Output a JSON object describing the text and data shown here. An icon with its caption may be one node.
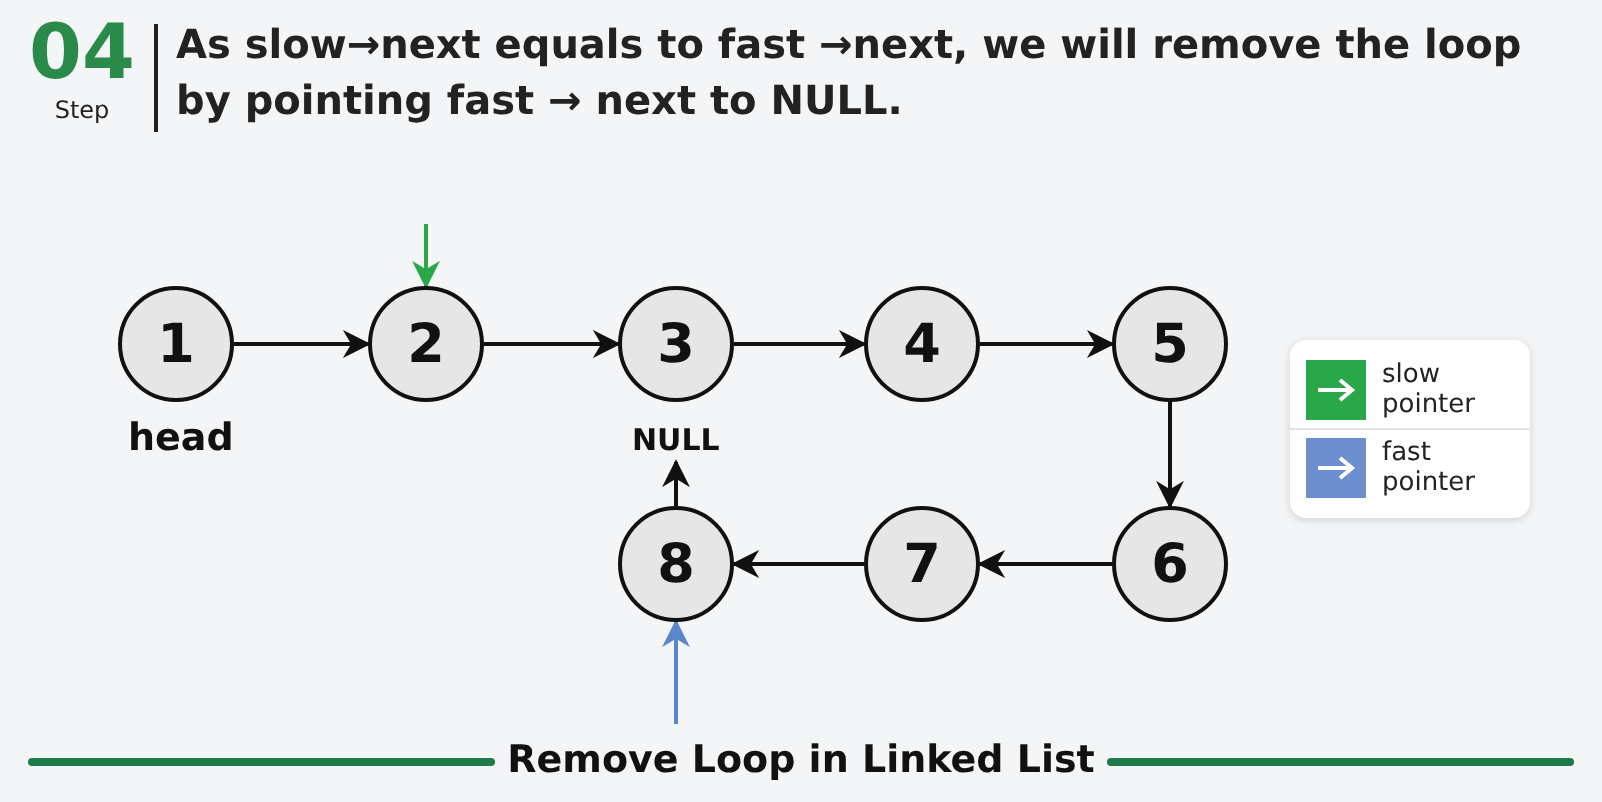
{
  "diagram": {
    "title": "As slow→next equals to fast →next, we will remove the loop by pointing fast → next to NULL.",
    "caption": "Remove Loop in Linked List",
    "nodes": [
      {
        "text": [
          "1"
        ],
        "beside": [
          "head"
        ]
      },
      {
        "text": [
          "2"
        ]
      },
      {
        "text": [
          "3"
        ]
      },
      {
        "text": [
          "4"
        ]
      },
      {
        "text": [
          "5"
        ]
      },
      {
        "text": [
          "6"
        ]
      },
      {
        "text": [
          "7"
        ]
      },
      {
        "text": [
          "8"
        ]
      },
      {
        "text": [
          "NULL"
        ]
      }
    ],
    "edges": [
      {
        "from": 0,
        "to": 1,
        "arrow": "to"
      },
      {
        "from": 1,
        "to": 2,
        "arrow": "to"
      },
      {
        "from": 2,
        "to": 3,
        "arrow": "to"
      },
      {
        "from": 3,
        "to": 4,
        "arrow": "to"
      },
      {
        "from": 4,
        "to": 5,
        "arrow": "to"
      },
      {
        "from": 5,
        "to": 6,
        "arrow": "to"
      },
      {
        "from": 6,
        "to": 7,
        "arrow": "to"
      },
      {
        "from": 7,
        "to": 8,
        "arrow": "to"
      },
      {
        "from": null,
        "to": 1,
        "arrow": "to",
        "color": "#2aa748"
      },
      {
        "from": null,
        "to": 7,
        "arrow": "to",
        "color": "#5b86cc"
      }
    ],
    "labels": [
      "04",
      "Step"
    ],
    "legend": [
      {
        "text": "slow pointer",
        "color": "#2aa748"
      },
      {
        "text": "fast pointer",
        "color": "#6d8fcf"
      }
    ]
  }
}
